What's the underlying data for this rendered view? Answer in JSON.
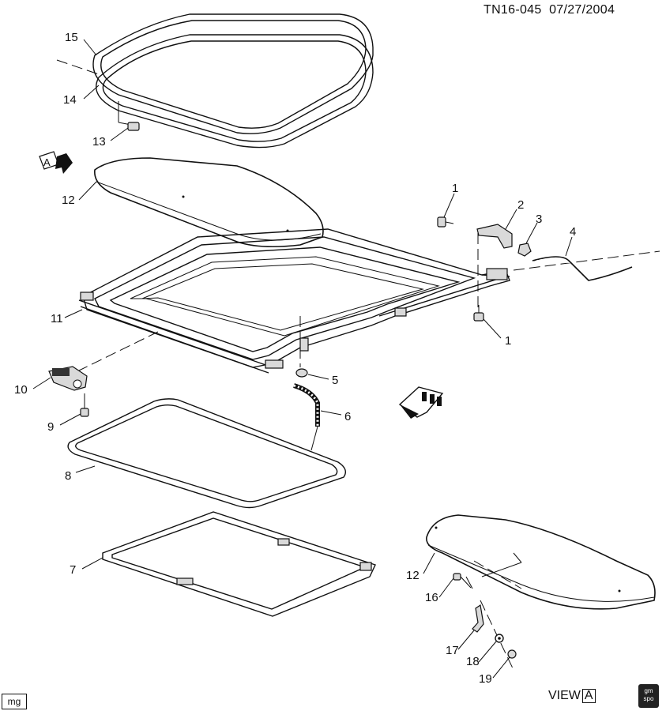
{
  "header": {
    "diagram_id": "TN16-045",
    "date": "07/27/2004"
  },
  "footer": {
    "tag": "mg",
    "view_text": "VIEW",
    "view_letter": "A",
    "logo_line1": "gm",
    "logo_line2": "spo"
  },
  "view_marker": {
    "letter": "A"
  },
  "callouts": [
    "15",
    "14",
    "13",
    "12",
    "1",
    "2",
    "3",
    "4",
    "11",
    "1",
    "5",
    "10",
    "9",
    "6",
    "8",
    "7",
    "12",
    "16",
    "17",
    "18",
    "19"
  ]
}
